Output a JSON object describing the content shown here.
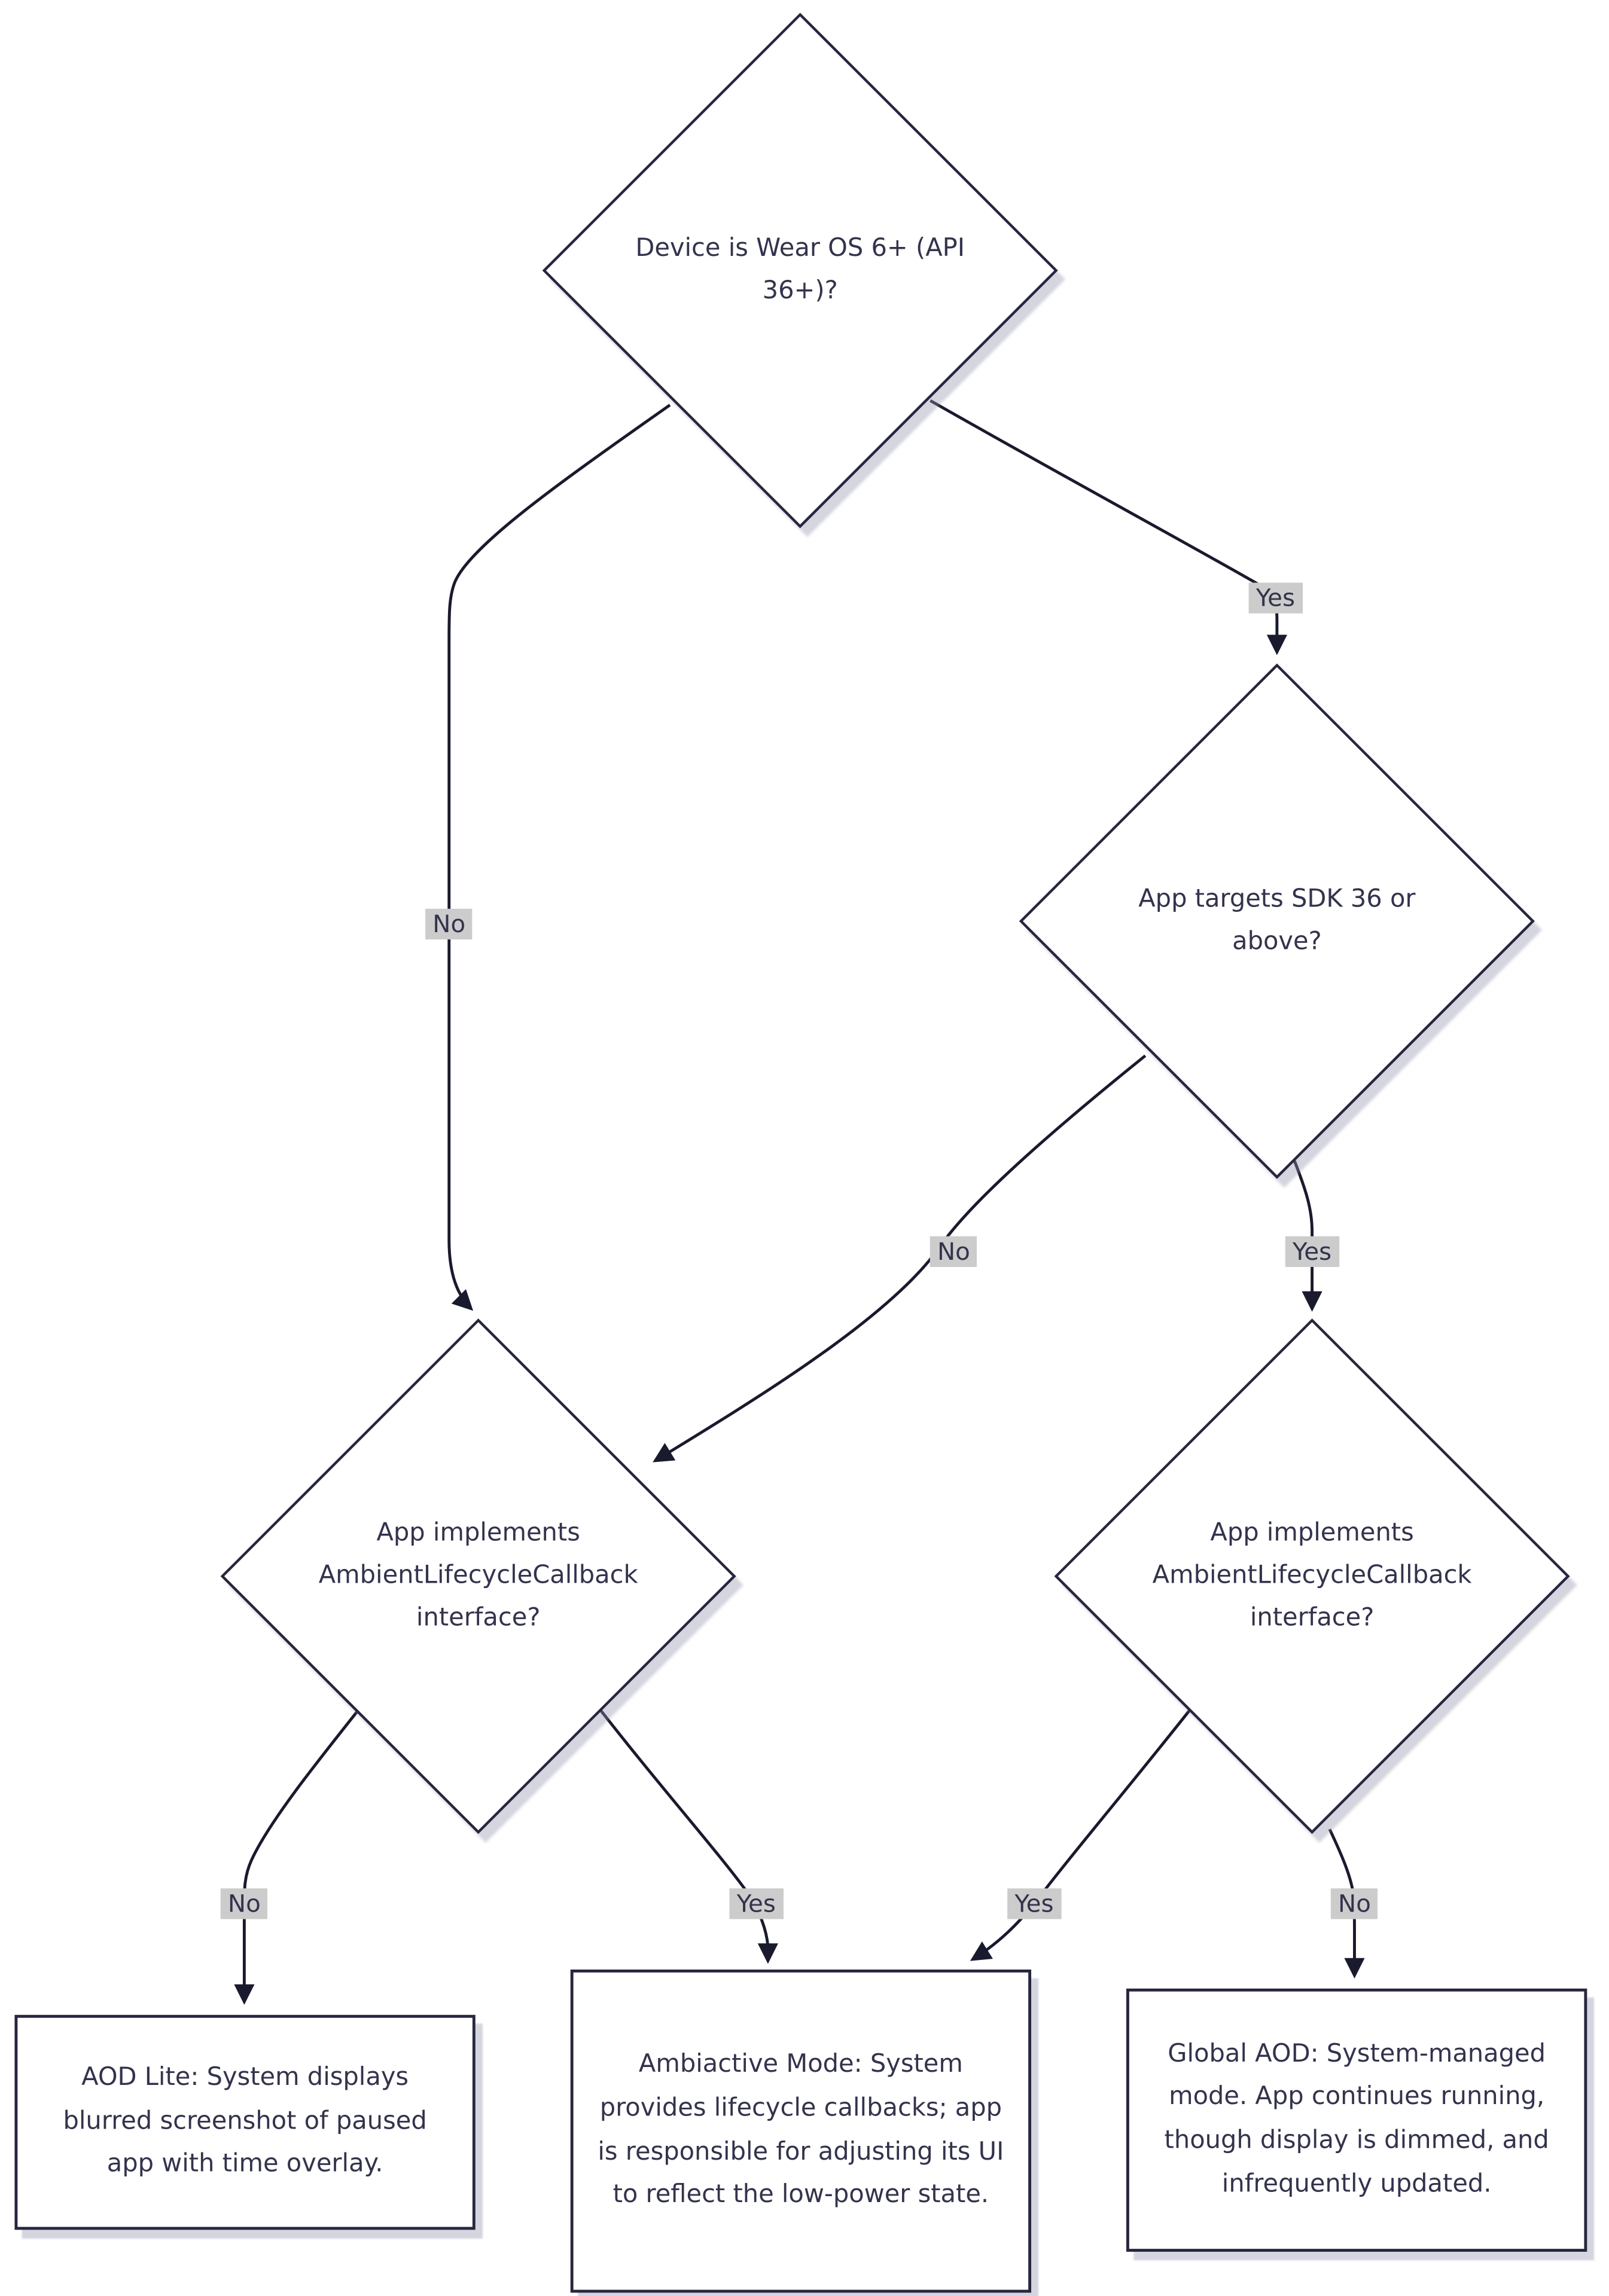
{
  "diagram": {
    "type": "flowchart",
    "direction": "top-down",
    "nodes": {
      "root": {
        "shape": "diamond",
        "label": "Device is Wear OS 6+ (API 36+)?"
      },
      "sdk36": {
        "shape": "diamond",
        "label": "App targets SDK 36 or above?"
      },
      "impl_left": {
        "shape": "diamond",
        "label": "App implements AmbientLifecycleCallback interface?"
      },
      "impl_right": {
        "shape": "diamond",
        "label": "App implements AmbientLifecycleCallback interface?"
      },
      "aod_lite": {
        "shape": "rect",
        "label": "AOD Lite: System displays blurred screenshot of paused app with time overlay."
      },
      "ambiactive": {
        "shape": "rect",
        "label": "Ambiactive Mode: System provides lifecycle callbacks; app is responsible for adjusting its UI to reflect the low-power state."
      },
      "global_aod": {
        "shape": "rect",
        "label": "Global AOD: System-managed mode. App continues running, though display is dimmed, and infrequently updated."
      }
    },
    "edges": {
      "root_yes": {
        "from": "root",
        "to": "sdk36",
        "label": "Yes"
      },
      "root_no": {
        "from": "root",
        "to": "impl_left",
        "label": "No"
      },
      "sdk36_no": {
        "from": "sdk36",
        "to": "impl_left",
        "label": "No"
      },
      "sdk36_yes": {
        "from": "sdk36",
        "to": "impl_right",
        "label": "Yes"
      },
      "impl_left_no": {
        "from": "impl_left",
        "to": "aod_lite",
        "label": "No"
      },
      "impl_left_yes": {
        "from": "impl_left",
        "to": "ambiactive",
        "label": "Yes"
      },
      "impl_right_yes": {
        "from": "impl_right",
        "to": "ambiactive",
        "label": "Yes"
      },
      "impl_right_no": {
        "from": "impl_right",
        "to": "global_aod",
        "label": "No"
      }
    },
    "colors": {
      "node_border": "#26263f",
      "node_fill": "#ffffff",
      "edge_stroke": "#1a1a2e",
      "text": "#33334d",
      "edge_label_bg": "#cccccc",
      "background": "#ffffff"
    }
  }
}
